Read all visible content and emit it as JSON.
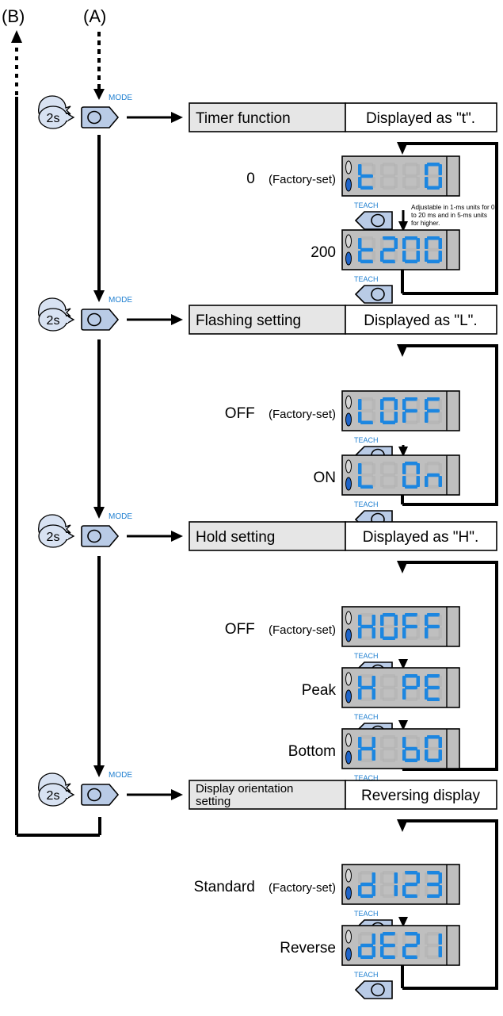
{
  "top_labels": {
    "b": "(B)",
    "a": "(A)"
  },
  "button_labels": {
    "hold": "2s",
    "mode": "MODE",
    "teach": "TEACH"
  },
  "colors": {
    "accent": "#1f7fd0",
    "seg_on": "#1c86e0",
    "seg_off": "#a9a9a9",
    "panel": "#bfbfbf",
    "button": "#b9cbe6",
    "box_fill": "#e6e6e6"
  },
  "sections": [
    {
      "name": "Timer function",
      "display": "Displayed as \"t\".",
      "note": [
        "Adjustable in 1-ms units for 0",
        "to 20 ms and in 5-ms units",
        "for higher."
      ],
      "options": [
        {
          "label": "0",
          "suffix": "(Factory-set)",
          "chars": [
            "t",
            "",
            "",
            "0"
          ]
        },
        {
          "label": "200",
          "suffix": "",
          "chars": [
            "t",
            "2",
            "0",
            "0"
          ]
        }
      ]
    },
    {
      "name": "Flashing setting",
      "display": "Displayed as \"L\".",
      "options": [
        {
          "label": "OFF",
          "suffix": "(Factory-set)",
          "chars": [
            "L",
            "0",
            "F",
            "F"
          ]
        },
        {
          "label": "ON",
          "suffix": "",
          "chars": [
            "L",
            "",
            "0",
            "n"
          ]
        }
      ]
    },
    {
      "name": "Hold setting",
      "display": "Displayed as \"H\".",
      "options": [
        {
          "label": "OFF",
          "suffix": "(Factory-set)",
          "chars": [
            "H",
            "0",
            "F",
            "F"
          ]
        },
        {
          "label": "Peak",
          "suffix": "",
          "chars": [
            "H",
            "",
            "P",
            "E"
          ]
        },
        {
          "label": "Bottom",
          "suffix": "",
          "chars": [
            "H",
            "",
            "b",
            "0"
          ]
        }
      ]
    },
    {
      "name": [
        "Display orientation",
        "setting"
      ],
      "display": "Reversing display",
      "options": [
        {
          "label": "Standard",
          "suffix": "(Factory-set)",
          "chars": [
            "d",
            "1",
            "2",
            "3"
          ]
        },
        {
          "label": "Reverse",
          "suffix": "",
          "chars": [
            "d",
            "E",
            "2",
            "1"
          ]
        }
      ]
    }
  ]
}
